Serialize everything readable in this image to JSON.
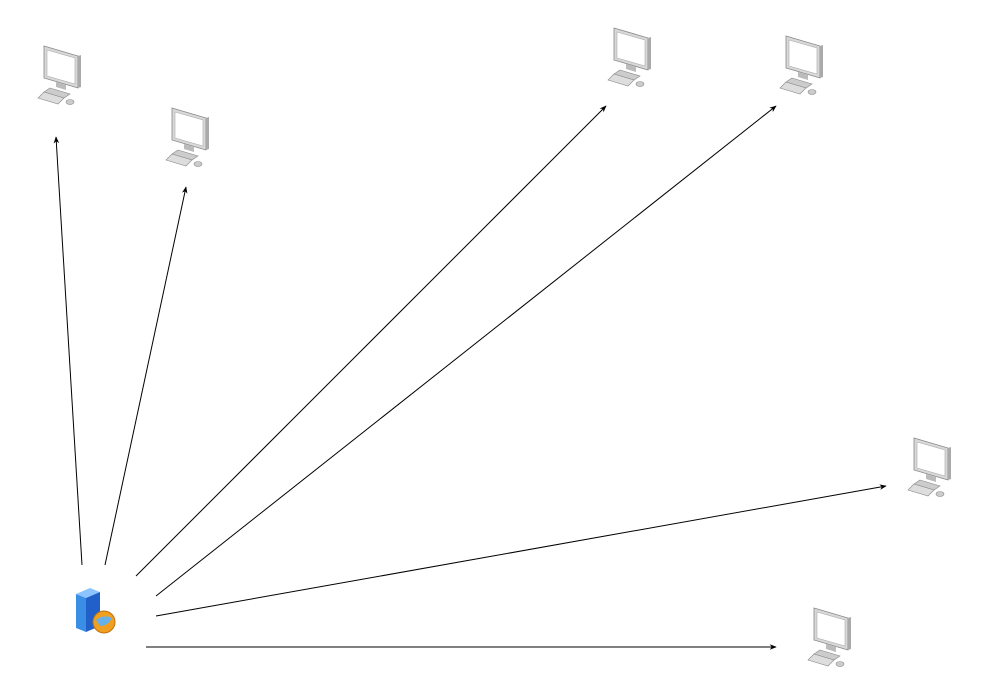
{
  "diagram": {
    "nodes": [
      {
        "id": "server",
        "icon": "web-server-icon"
      },
      {
        "id": "pc-1",
        "icon": "desktop-computer-icon"
      },
      {
        "id": "pc-2",
        "icon": "desktop-computer-icon"
      },
      {
        "id": "pc-3",
        "icon": "desktop-computer-icon"
      },
      {
        "id": "pc-4",
        "icon": "desktop-computer-icon"
      },
      {
        "id": "pc-5",
        "icon": "desktop-computer-icon"
      },
      {
        "id": "pc-6",
        "icon": "desktop-computer-icon"
      }
    ],
    "edges": [
      {
        "from": "server",
        "to": "pc-1"
      },
      {
        "from": "server",
        "to": "pc-2"
      },
      {
        "from": "server",
        "to": "pc-3"
      },
      {
        "from": "server",
        "to": "pc-4"
      },
      {
        "from": "server",
        "to": "pc-5"
      },
      {
        "from": "server",
        "to": "pc-6"
      }
    ],
    "colors": {
      "edge": "#000000",
      "server": "#3a8ee6",
      "globe": "#f0a020"
    }
  }
}
